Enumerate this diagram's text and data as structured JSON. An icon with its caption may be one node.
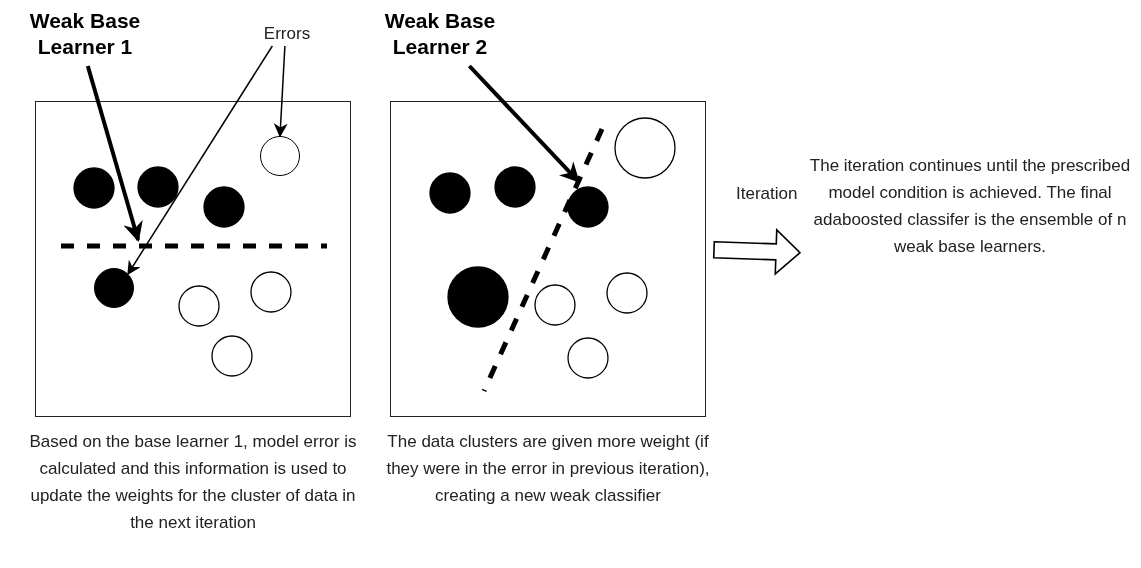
{
  "diagram": {
    "nodes": [
      {
        "text": [],
        "shape": "box",
        "beside": [
          "Based on the base learner 1, model error is calculated and this information is used to update the weights for the cluster of data in the next iteration"
        ]
      },
      {
        "text": [
          "Weak Base Learner 1"
        ]
      },
      {
        "text": [
          "Errors"
        ]
      },
      {
        "text": [],
        "shape": "line",
        "in": 0
      },
      {
        "text": [],
        "shape": "circle",
        "in": 0
      },
      {
        "text": [],
        "shape": "circle",
        "in": 0
      },
      {
        "text": [],
        "shape": "box",
        "beside": [
          "The data clusters are given more weight (if they were in the error in previous iteration), creating a new weak classifier"
        ]
      },
      {
        "text": [
          "Weak Base Learner 2"
        ]
      },
      {
        "text": [],
        "shape": "line",
        "in": 6
      },
      {
        "text": [
          "The iteration continues until the prescribed model condition is achieved. The final adaboosted classifer is the ensemble of n weak base learners."
        ]
      }
    ],
    "edges": [
      {
        "from": 1,
        "to": 3,
        "arrow": "to",
        "style": "thick"
      },
      {
        "from": 2,
        "to": 4,
        "arrow": "to"
      },
      {
        "from": 2,
        "to": 5,
        "arrow": "to"
      },
      {
        "from": 7,
        "to": 8,
        "arrow": "to",
        "style": "thick"
      },
      {
        "from": 6,
        "to": 9,
        "arrow": "to",
        "label": "Iteration"
      }
    ]
  }
}
